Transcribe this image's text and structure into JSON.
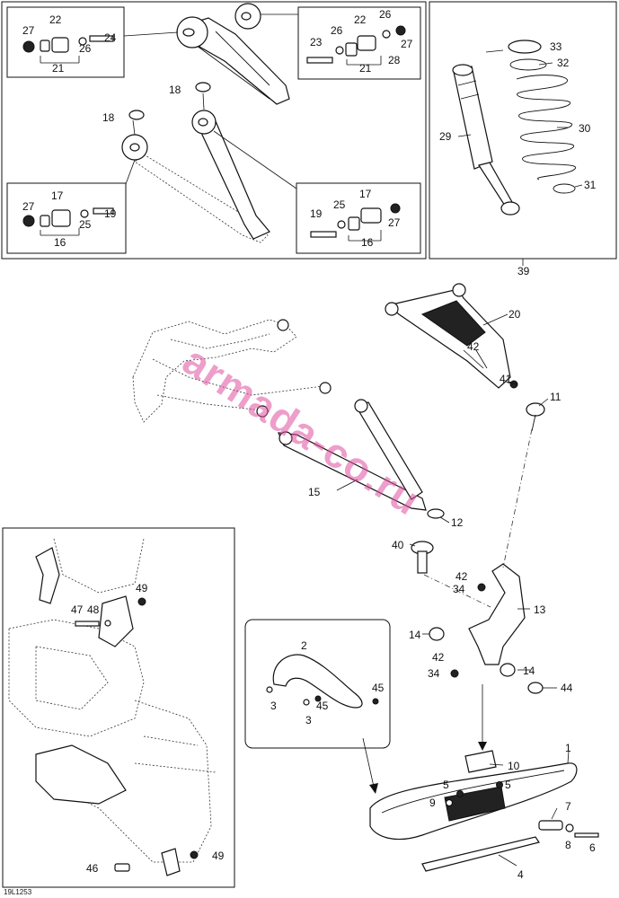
{
  "diagram": {
    "drawing_code": "19L1253",
    "watermark": "armada-co.ru",
    "callouts": {
      "c1": "1",
      "c2": "2",
      "c3a": "3",
      "c3b": "3",
      "c4": "4",
      "c5a": "5",
      "c5b": "5",
      "c6": "6",
      "c7": "7",
      "c8": "8",
      "c9": "9",
      "c10": "10",
      "c11": "11",
      "c12": "12",
      "c13": "13",
      "c14a": "14",
      "c14b": "14",
      "c15": "15",
      "c16a": "16",
      "c16b": "16",
      "c17a": "17",
      "c17b": "17",
      "c18a": "18",
      "c18b": "18",
      "c19a": "19",
      "c19b": "19",
      "c20": "20",
      "c21a": "21",
      "c21b": "21",
      "c22a": "22",
      "c22b": "22",
      "c23": "23",
      "c24": "24",
      "c25a": "25",
      "c25b": "25",
      "c26a": "26",
      "c26b": "26",
      "c26c": "26",
      "c27a": "27",
      "c27b": "27",
      "c27c": "27",
      "c27d": "27",
      "c28": "28",
      "c29": "29",
      "c30": "30",
      "c31": "31",
      "c32": "32",
      "c33": "33",
      "c34a": "34",
      "c34b": "34",
      "c39": "39",
      "c40": "40",
      "c41": "41",
      "c42a": "42",
      "c42b": "42",
      "c42c": "42",
      "c44": "44",
      "c45a": "45",
      "c45b": "45",
      "c46": "46",
      "c47": "47",
      "c48": "48",
      "c49a": "49",
      "c49b": "49"
    }
  }
}
